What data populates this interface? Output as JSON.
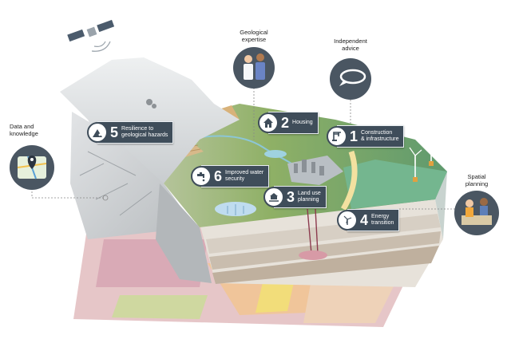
{
  "callouts": {
    "geological_expertise": "Geological\nexpertise",
    "independent_advice": "Independent\nadvice",
    "data_and_knowledge": "Data and\nknowledge",
    "spatial_planning": "Spatial\nplanning"
  },
  "badges": [
    {
      "num": "1",
      "text": "Construction\n& infrastructure",
      "icon": "crane-icon"
    },
    {
      "num": "2",
      "text": "Housing",
      "icon": "house-icon"
    },
    {
      "num": "3",
      "text": "Land use\nplanning",
      "icon": "land-use-icon"
    },
    {
      "num": "4",
      "text": "Energy\ntransition",
      "icon": "wind-turbine-icon"
    },
    {
      "num": "5",
      "text": "Resilience to\ngeological hazards",
      "icon": "landslide-icon"
    },
    {
      "num": "6",
      "text": "Improved water\nsecurity",
      "icon": "water-tap-icon"
    }
  ],
  "colors": {
    "badge_bg": "#3f4d5a",
    "grass": "#7fa35a",
    "mountain": "#d3d6d8",
    "callout_circle": "#4a5662"
  }
}
